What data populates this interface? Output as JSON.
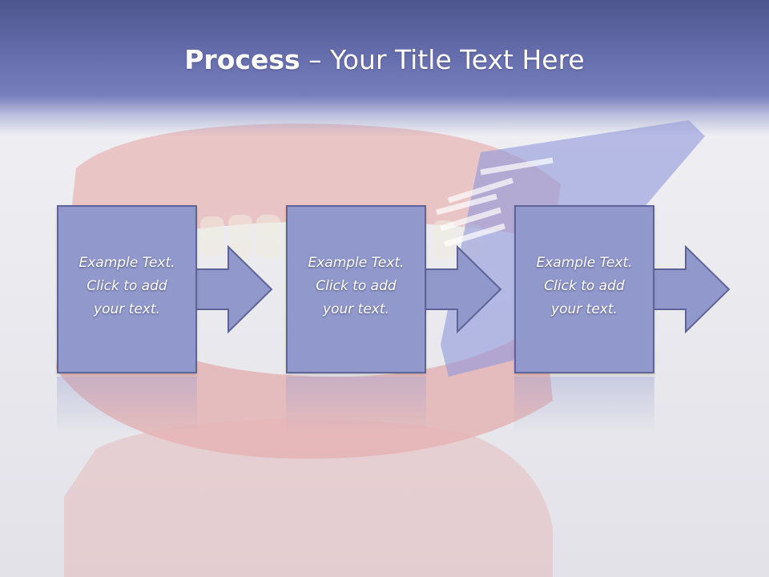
{
  "slide": {
    "title_bold": "Process",
    "title_rest": " – Your Title Text Here"
  },
  "steps": [
    {
      "line1": "Example Text.",
      "line2": "Click  to add",
      "line3": "your text."
    },
    {
      "line1": "Example Text.",
      "line2": "Click  to add",
      "line3": "your text."
    },
    {
      "line1": "Example Text.",
      "line2": "Click  to add",
      "line3": "your text."
    }
  ],
  "colors": {
    "title_band": "#6870b0",
    "box_fill": "#9198cc",
    "box_border": "#5f6496",
    "text": "#ffffff"
  }
}
